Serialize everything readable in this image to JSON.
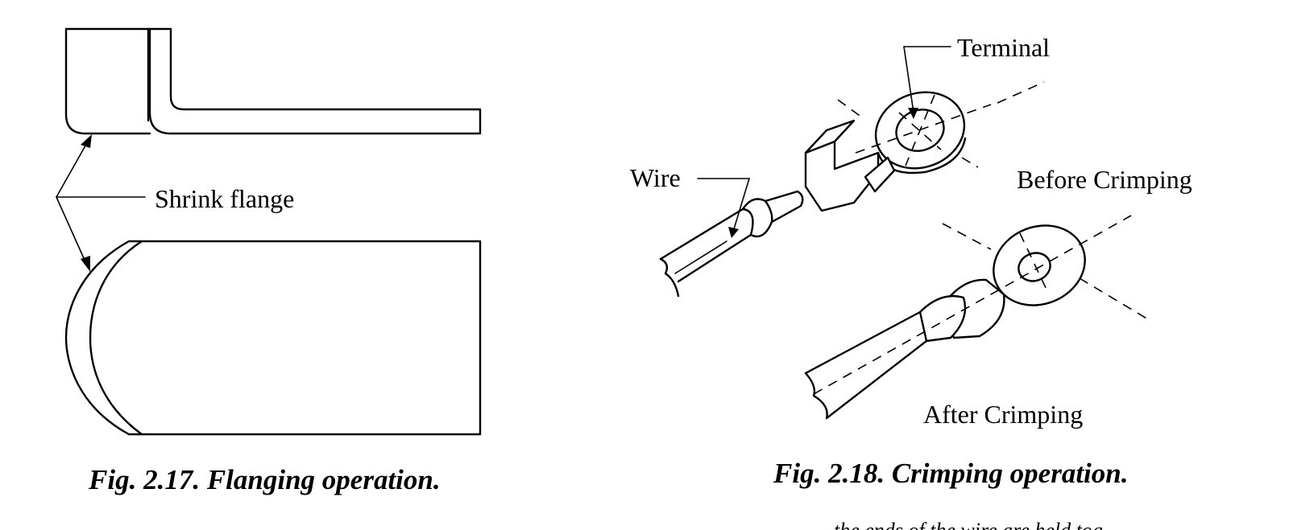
{
  "figure_left": {
    "label_shrink_flange": "Shrink flange",
    "caption": "Fig. 2.17. Flanging operation."
  },
  "figure_right": {
    "label_terminal": "Terminal",
    "label_wire": "Wire",
    "label_before": "Before Crimping",
    "label_after": "After Crimping",
    "caption": "Fig. 2.18. Crimping operation."
  },
  "page_text": {
    "bottom_fragment": "the ends of the wire are held tog"
  }
}
